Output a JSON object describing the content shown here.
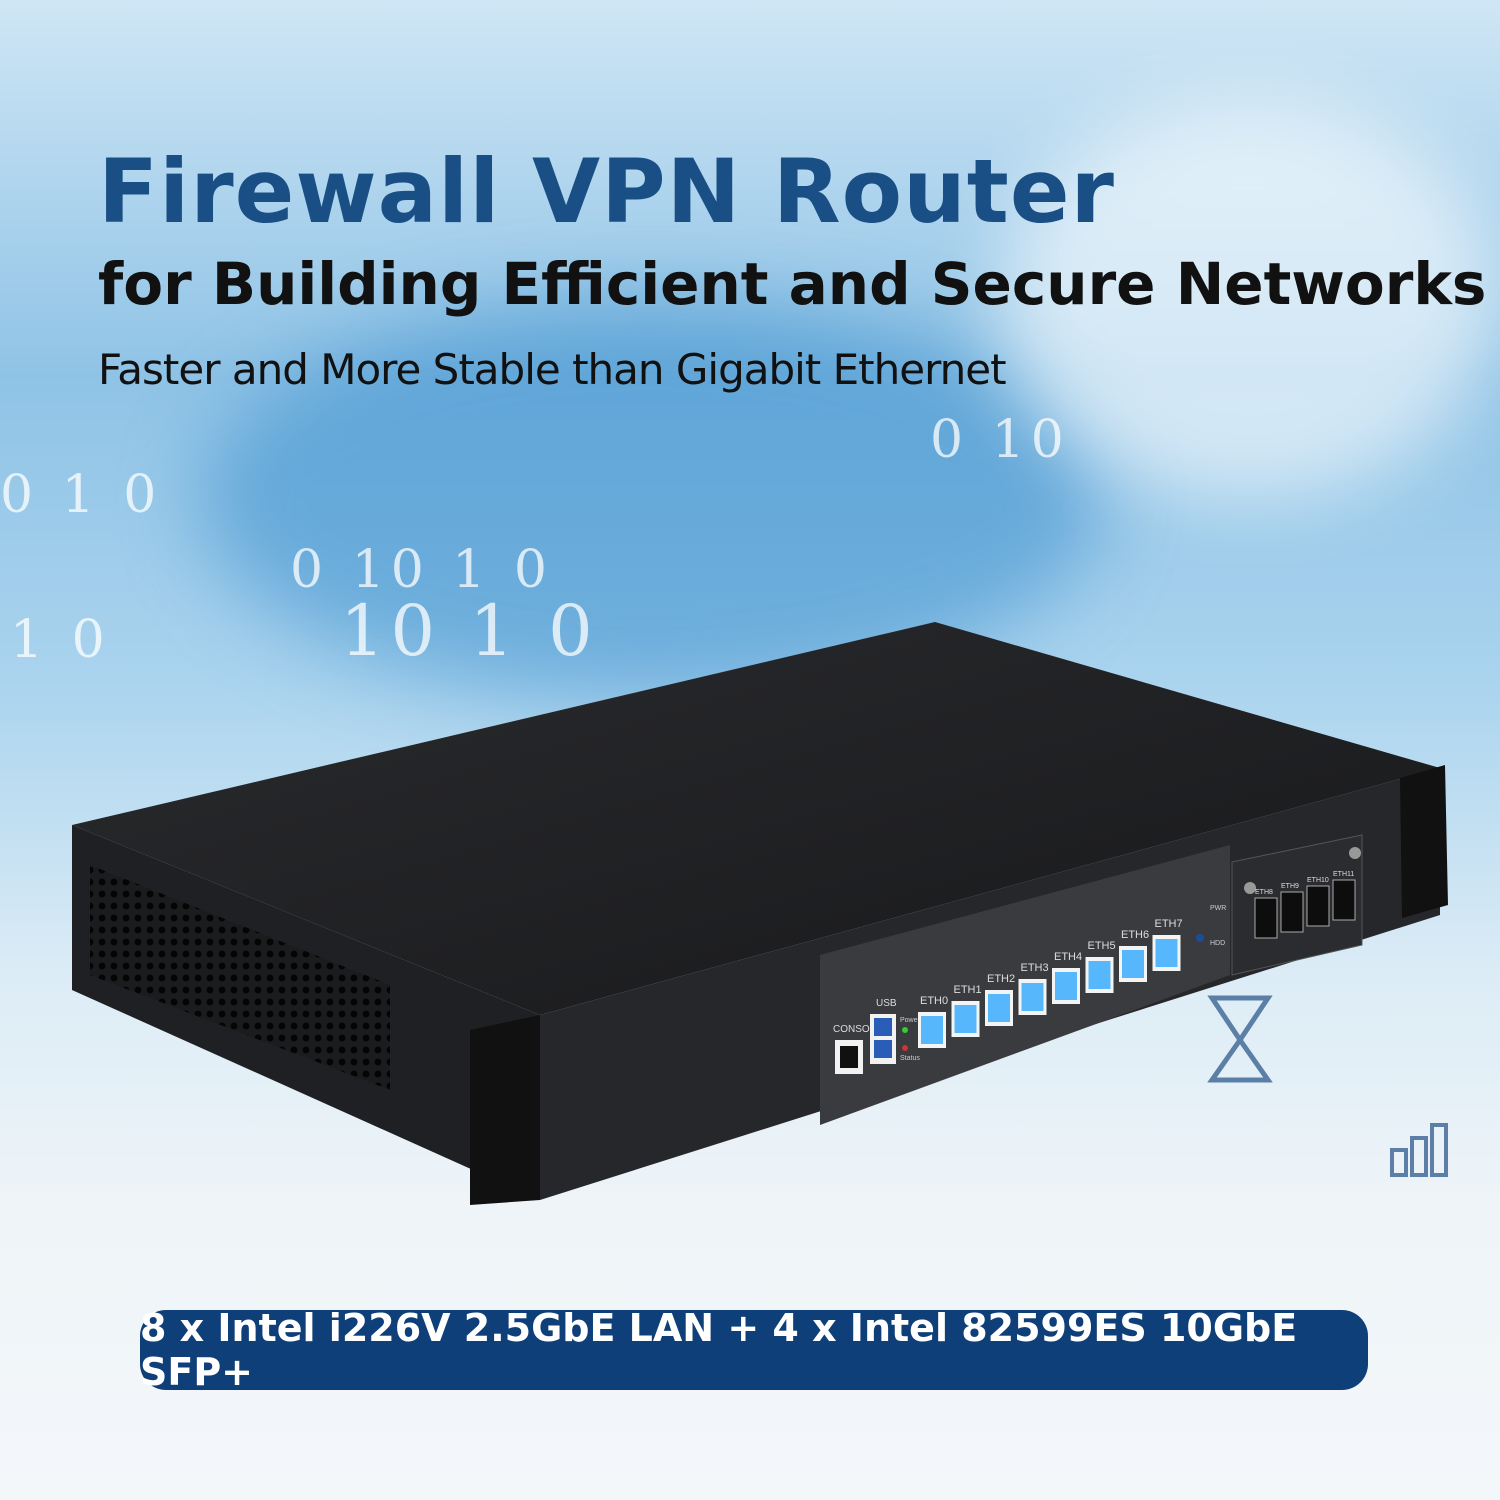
{
  "headline": {
    "title": "Firewall VPN Router",
    "subtitle": "for Building Efficient and Secure Networks",
    "tagline": "Faster and More Stable than Gigabit Ethernet"
  },
  "background_digits": [
    "0 1 0",
    "0 10 1 0",
    "10 1 0",
    "0 10",
    "1 0"
  ],
  "device": {
    "labels": {
      "console": "CONSOLE",
      "usb": "USB",
      "power": "Power",
      "status": "Status",
      "pwr": "PWR",
      "hdd": "HDD"
    },
    "lan_ports": [
      "ETH0",
      "ETH1",
      "ETH2",
      "ETH3",
      "ETH4",
      "ETH5",
      "ETH6",
      "ETH7"
    ],
    "sfp_ports": [
      "ETH8",
      "ETH9",
      "ETH10",
      "ETH11"
    ]
  },
  "banner": {
    "text": "8 x Intel i226V 2.5GbE LAN + 4 x Intel 82599ES 10GbE SFP+"
  },
  "colors": {
    "title": "#1a4f86",
    "banner_bg": "#0f3f78",
    "device_body": "#1e1f22",
    "port_glow": "#2fa8ff"
  }
}
